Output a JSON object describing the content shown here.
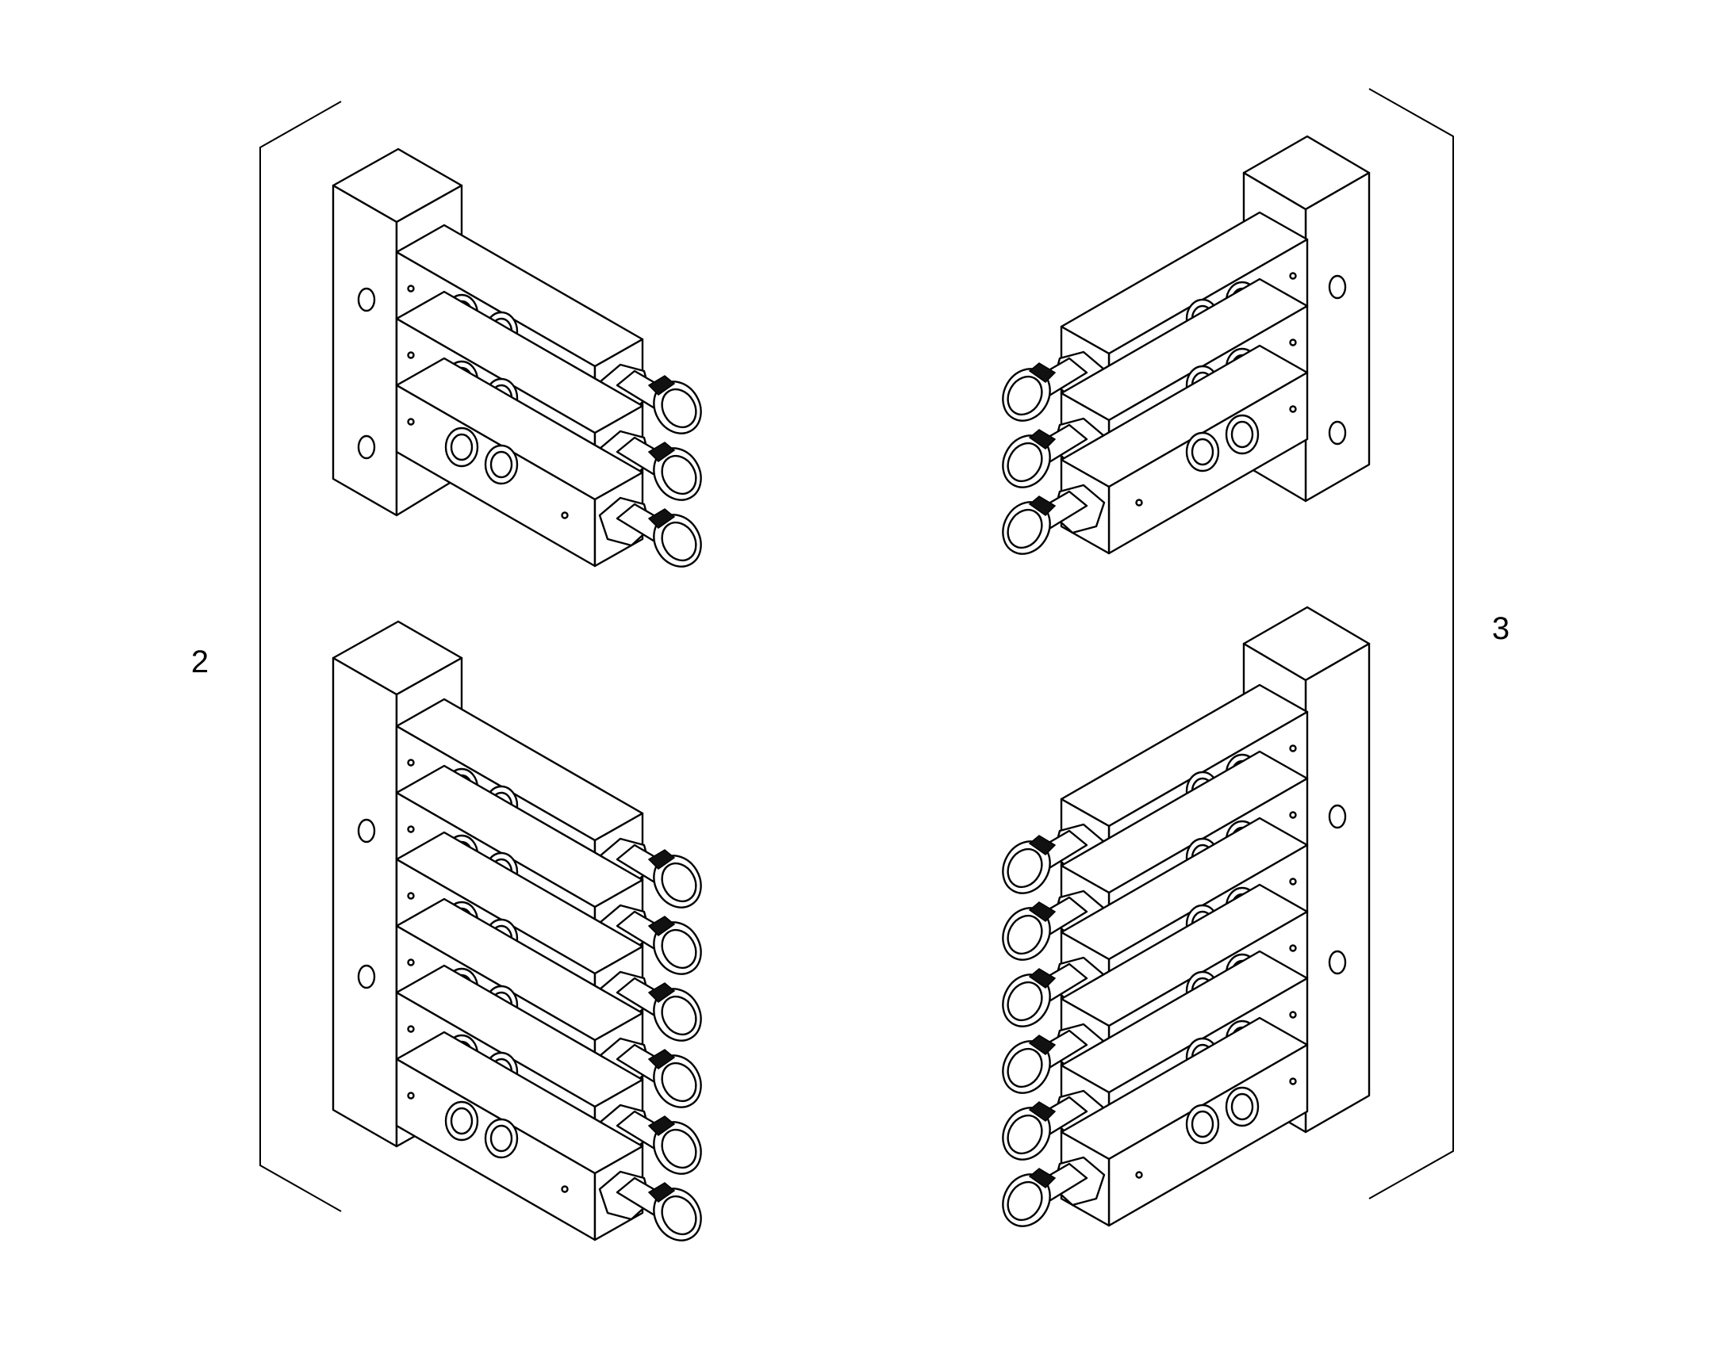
{
  "figure": {
    "background": "#ffffff",
    "line_color": "#000000",
    "callouts": [
      {
        "id": "left-bracket",
        "label": "2"
      },
      {
        "id": "right-bracket",
        "label": "3"
      }
    ],
    "assemblies": [
      {
        "name": "left-top",
        "orientation": "left",
        "valve_count": 3,
        "callout": "2"
      },
      {
        "name": "left-bottom",
        "orientation": "left",
        "valve_count": 6,
        "callout": "2"
      },
      {
        "name": "right-top",
        "orientation": "right",
        "valve_count": 3,
        "callout": "3"
      },
      {
        "name": "right-bottom",
        "orientation": "right",
        "valve_count": 6,
        "callout": "3"
      }
    ]
  }
}
